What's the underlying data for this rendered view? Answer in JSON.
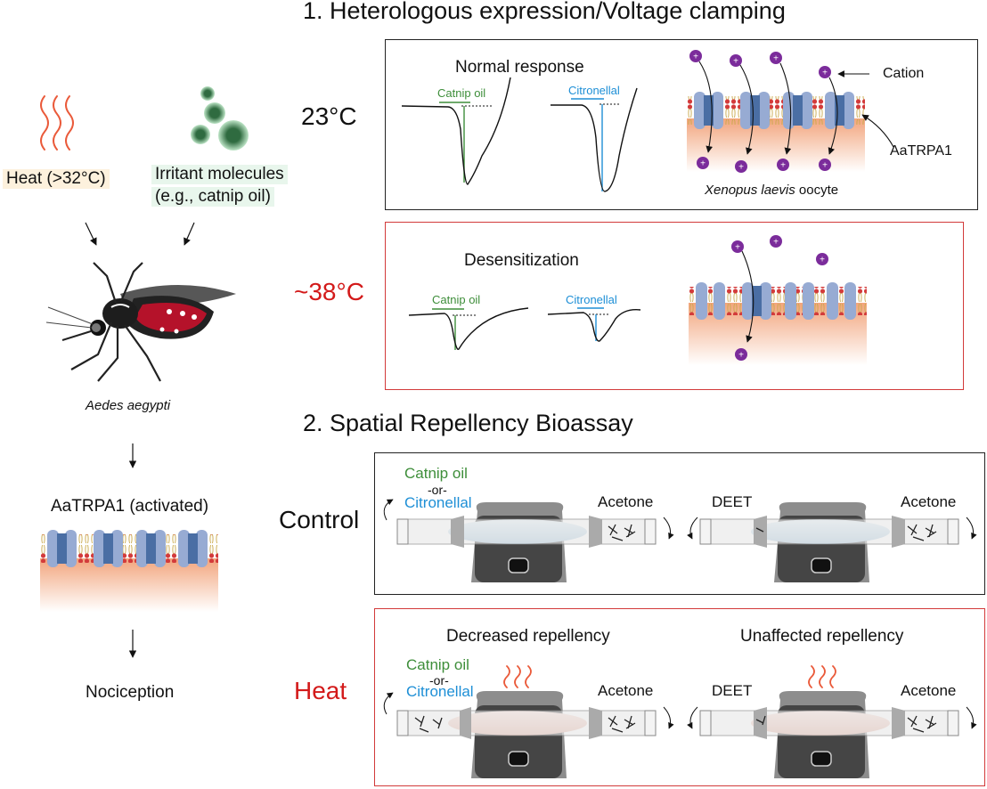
{
  "colors": {
    "heat_red": "#d31a1a",
    "catnip_green": "#3e8e3a",
    "citronellal_blue": "#1e8fd6",
    "cation_purple": "#7b2c9b",
    "panel_border_black": "#222222",
    "panel_border_red": "#d23a3a"
  },
  "left": {
    "heat_label": "Heat (>32°C)",
    "irritant_label_1": "Irritant molecules",
    "irritant_label_2": "(e.g., catnip oil)",
    "species_label": "Aedes aegypti",
    "receptor_label": "AaTRPA1 (activated)",
    "outcome_label": "Nociception"
  },
  "section1": {
    "title": "1. Heterologous expression/Voltage clamping",
    "row_normal": {
      "temperature": "23°C",
      "title": "Normal response",
      "trace1_label": "Catnip oil",
      "trace2_label": "Citronellal",
      "cation_label": "Cation",
      "channel_label": "AaTRPA1",
      "cell_label_italic": "Xenopus laevis",
      "cell_label_rest": " oocyte"
    },
    "row_desens": {
      "temperature": "~38°C",
      "title": "Desensitization",
      "trace1_label": "Catnip oil",
      "trace2_label": "Citronellal"
    }
  },
  "section2": {
    "title": "2. Spatial Repellency Bioassay",
    "control": {
      "row_label": "Control",
      "left_treat_1": "Catnip oil",
      "left_or": "-or-",
      "left_treat_2": "Citronellal",
      "left_solvent": "Acetone",
      "right_treat": "DEET",
      "right_solvent": "Acetone"
    },
    "heat": {
      "row_label": "Heat",
      "left_title": "Decreased repellency",
      "right_title": "Unaffected repellency",
      "left_treat_1": "Catnip oil",
      "left_or": "-or-",
      "left_treat_2": "Citronellal",
      "left_solvent": "Acetone",
      "right_treat": "DEET",
      "right_solvent": "Acetone"
    }
  }
}
